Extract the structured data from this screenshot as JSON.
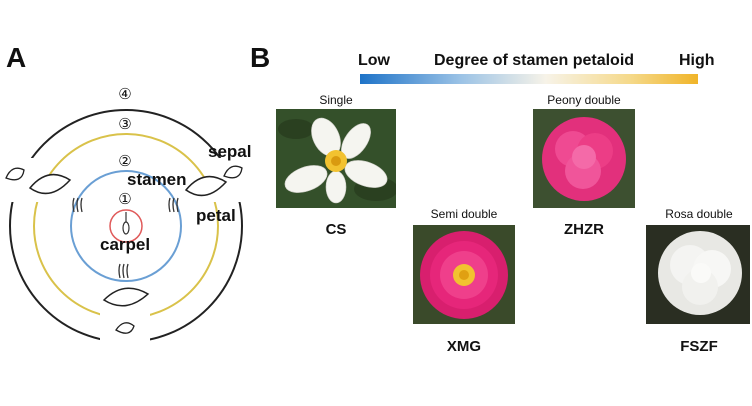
{
  "panel_a": {
    "letter": "A",
    "whorl_numbers": [
      "④",
      "③",
      "②",
      "①"
    ],
    "organs": {
      "sepal": "sepal",
      "stamen": "stamen",
      "petal": "petal",
      "carpel": "carpel"
    },
    "colors": {
      "outer": "#222222",
      "petal_ring": "#d9c24a",
      "stamen_ring": "#6a9fd4",
      "carpel_ring": "#e05a5a"
    }
  },
  "panel_b": {
    "letter": "B",
    "scale": {
      "low": "Low",
      "title": "Degree of stamen petaloid",
      "high": "High",
      "gradient_start": "#1e73c8",
      "gradient_mid": "#f7f3e8",
      "gradient_end": "#f0b429"
    },
    "samples": [
      {
        "type": "Single",
        "code": "CS",
        "flower_color": "#f5f5f0"
      },
      {
        "type": "Semi double",
        "code": "XMG",
        "flower_color": "#e6267a"
      },
      {
        "type": "Peony double",
        "code": "ZHZR",
        "flower_color": "#ec3d86"
      },
      {
        "type": "Rosa double",
        "code": "FSZF",
        "flower_color": "#f4f4f2"
      }
    ]
  }
}
